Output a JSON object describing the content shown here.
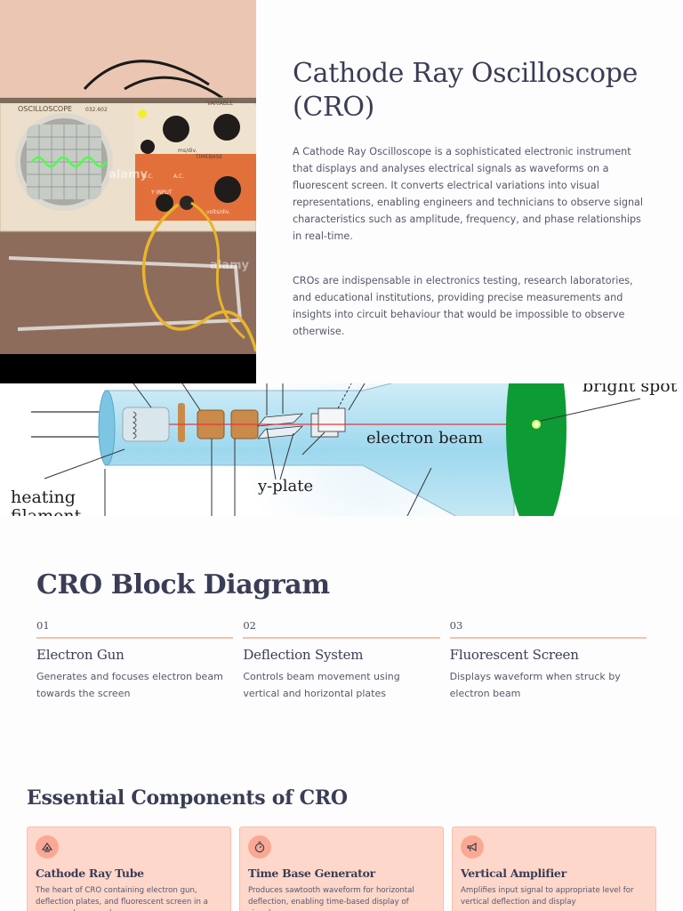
{
  "hero": {
    "photo": {
      "panel_label": "OSCILLOSCOPE",
      "model": "032.602",
      "labels": [
        "VARIABLE",
        "ms/div.",
        "TIMEBASE",
        "D.C.",
        "A.C.",
        "Y INPUT",
        "volts/div.",
        "alamy"
      ],
      "colors": {
        "panel": "#e8e3d5",
        "knob": "#1f1c1a",
        "screen": "#cfd3cf",
        "trace": "#4cff4c",
        "cable": "#e7b52a"
      }
    },
    "title": "Cathode Ray Oscilloscope (CRO)",
    "paragraphs": [
      "A Cathode Ray Oscilloscope is a sophisticated electronic instrument that displays and analyses electrical signals as waveforms on a fluorescent screen. It converts electrical variations into visual representations, enabling engineers and technicians to observe signal characteristics such as amplitude, frequency, and phase relationships in real-time.",
      "CROs are indispensable in electronics testing, research laboratories, and educational institutions, providing precise measurements and insights into circuit behaviour that would be impossible to observe otherwise."
    ]
  },
  "tube_diagram": {
    "labels": {
      "bright_spot": "bright spot",
      "electron_beam": "electron beam",
      "y_plate": "y-plate",
      "heating_line1": "heating",
      "heating_line2": "filament"
    },
    "colors": {
      "screen": "#0c9b35",
      "beam": "#e03a3a",
      "glass": "#bfe6f4",
      "electrode": "#c98a4a"
    }
  },
  "block_diagram": {
    "title": "CRO Block Diagram",
    "steps": [
      {
        "num": "01",
        "title": "Electron Gun",
        "desc": "Generates and focuses electron beam towards the screen"
      },
      {
        "num": "02",
        "title": "Deflection System",
        "desc": "Controls beam movement using vertical and horizontal plates"
      },
      {
        "num": "03",
        "title": "Fluorescent Screen",
        "desc": "Displays waveform when struck by electron beam"
      }
    ]
  },
  "components": {
    "title": "Essential Components of CRO",
    "cards": [
      {
        "icon": "crt-icon",
        "title": "Cathode Ray Tube",
        "desc": "The heart of CRO containing electron gun, deflection plates, and fluorescent screen in a vacuum glass envelope"
      },
      {
        "icon": "stopwatch-icon",
        "title": "Time Base Generator",
        "desc": "Produces sawtooth waveform for horizontal deflection, enabling time-based display of signals"
      },
      {
        "icon": "megaphone-icon",
        "title": "Vertical Amplifier",
        "desc": "Amplifies input signal to appropriate level for vertical deflection and display"
      }
    ]
  },
  "theme": {
    "accent": "#f3c2ac",
    "card_bg": "#fed7cb",
    "heading": "#3a3d55",
    "body": "#555868"
  }
}
